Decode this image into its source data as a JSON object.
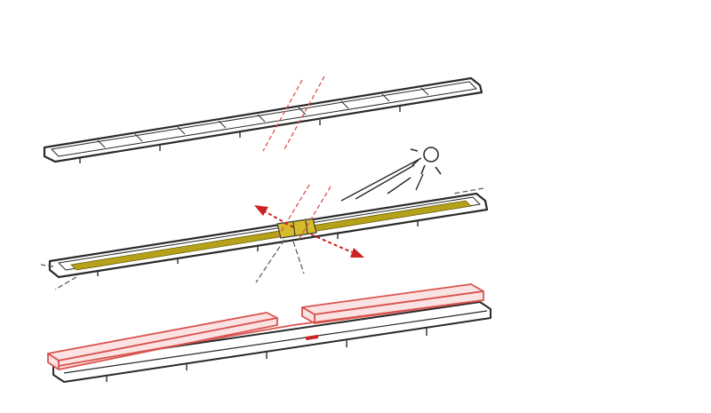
{
  "diagram": {
    "layers": [
      {
        "id": "top-panel",
        "role": "cover panel with grid segments"
      },
      {
        "id": "middle-panel",
        "role": "tray with yellow channel"
      },
      {
        "id": "bottom-panel",
        "role": "base with red insulation blocks"
      }
    ],
    "colors": {
      "line": "#2a2a2a",
      "yellow_channel": "#b5a21a",
      "red_blocks": "#d9534f",
      "red_arrows": "#cc2222",
      "red_dash": "#e05050"
    },
    "icons": [
      "sun-icon",
      "light-ray-icon",
      "expansion-arrow-icon"
    ]
  }
}
